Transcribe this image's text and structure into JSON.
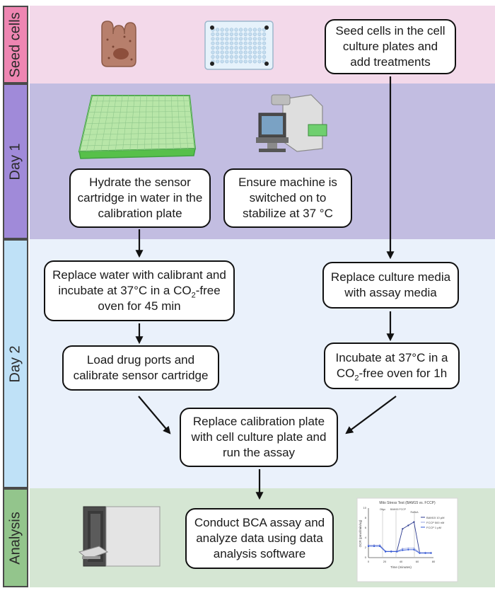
{
  "sections": {
    "seed": "Seed cells",
    "day1": "Day 1",
    "day2": "Day 2",
    "analysis": "Analysis"
  },
  "steps": {
    "seed_plates": "Seed cells in the cell culture plates and add treatments",
    "hydrate": "Hydrate the sensor cartridge in water in the calibration plate",
    "ensure": "Ensure machine is switched on to stabilize at 37 °C",
    "replace_water_a": "Replace water with calibrant and incubate at 37°C in a CO",
    "replace_water_sub": "2",
    "replace_water_b": "-free oven for 45 min",
    "replace_media": "Replace culture media with assay media",
    "load_ports": "Load drug ports and calibrate sensor cartridge",
    "incubate_a": "Incubate at 37°C in a CO",
    "incubate_sub": "2",
    "incubate_b": "-free oven for 1h",
    "replace_plate": "Replace calibration plate with cell culture plate and run the assay",
    "bca": "Conduct BCA assay and analyze data using data analysis software"
  },
  "mini_chart": {
    "title": "Mito Stress Test (BAM15 vs. FCCP)",
    "ylabel": "OCR (pmol/min/ug)",
    "xlabel": "Time (minutes)",
    "x_ticks": [
      "0",
      "20",
      "40",
      "60",
      "80"
    ],
    "y_ticks": [
      "0",
      "2",
      "4",
      "6",
      "8",
      "10"
    ],
    "injections": [
      "Oligo",
      "BAM15 FCCP",
      "Rot/AA"
    ],
    "legend": [
      "BAM15 10 µM",
      "FCCP 500 nM",
      "FCCP 1 µM"
    ]
  },
  "chart_data": {
    "type": "line",
    "title": "Mito Stress Test (BAM15 vs. FCCP)",
    "xlabel": "Time (minutes)",
    "ylabel": "OCR (pmol/min/ug)",
    "xlim": [
      0,
      80
    ],
    "ylim": [
      0,
      10
    ],
    "x": [
      0,
      7,
      14,
      21,
      28,
      35,
      42,
      49,
      56,
      63,
      70,
      77
    ],
    "series": [
      {
        "name": "BAM15 10 µM",
        "values": [
          2.5,
          2.5,
          2.5,
          1.3,
          1.3,
          1.3,
          5.8,
          6.5,
          7.2,
          1.0,
          1.0,
          1.0
        ]
      },
      {
        "name": "FCCP 500 nM",
        "values": [
          2.5,
          2.5,
          2.5,
          1.3,
          1.3,
          1.3,
          1.8,
          1.9,
          1.9,
          1.0,
          1.0,
          1.0
        ]
      },
      {
        "name": "FCCP 1 µM",
        "values": [
          2.3,
          2.3,
          2.3,
          1.2,
          1.2,
          1.2,
          1.5,
          1.6,
          1.6,
          0.9,
          0.9,
          0.9
        ]
      }
    ],
    "colors": [
      "#2b3a8f",
      "#9aa6e0",
      "#2f55d6"
    ]
  }
}
